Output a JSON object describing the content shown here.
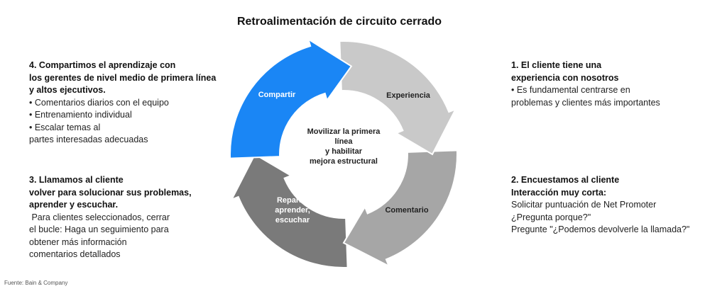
{
  "title": "Retroalimentación de circuito cerrado",
  "center_text": [
    "Movilizar la primera",
    "línea",
    "y habilitar",
    "mejora estructural"
  ],
  "segments": {
    "compartir": {
      "label": [
        "Compartir"
      ],
      "color": "#1a86f5"
    },
    "experiencia": {
      "label": [
        "Experiencia"
      ],
      "color": "#c9c9c9"
    },
    "comentario": {
      "label": [
        "Comentario"
      ],
      "color": "#a6a6a6"
    },
    "reparar": {
      "label": [
        "Reparar,",
        "aprender,",
        "escuchar"
      ],
      "color": "#7a7a7a"
    }
  },
  "blocks": {
    "step4": {
      "heading": [
        "4. Compartimos el aprendizaje con",
        "los gerentes de nivel medio de primera línea",
        "y altos ejecutivos."
      ],
      "body": [
        "• Comentarios diarios con el equipo",
        "• Entrenamiento individual",
        "• Escalar temas al",
        "partes interesadas adecuadas"
      ]
    },
    "step3": {
      "heading": [
        "3. Llamamos al cliente",
        "volver para solucionar sus problemas,",
        "aprender y escuchar."
      ],
      "body": [
        " Para clientes seleccionados, cerrar",
        "el bucle: Haga un seguimiento para",
        "obtener más información",
        "comentarios detallados"
      ]
    },
    "step1": {
      "heading": [
        "1. El cliente tiene una",
        "experiencia con nosotros"
      ],
      "body": [
        "• Es fundamental centrarse en",
        "problemas y clientes más importantes"
      ]
    },
    "step2": {
      "heading": [
        "2. Encuestamos al cliente",
        "Interacción muy corta:"
      ],
      "body": [
        "Solicitar puntuación de Net Promoter",
        "¿Pregunta porque?\"",
        "Pregunte \"¿Podemos devolverle la llamada?\""
      ]
    }
  },
  "source": "Fuente: Bain & Company"
}
